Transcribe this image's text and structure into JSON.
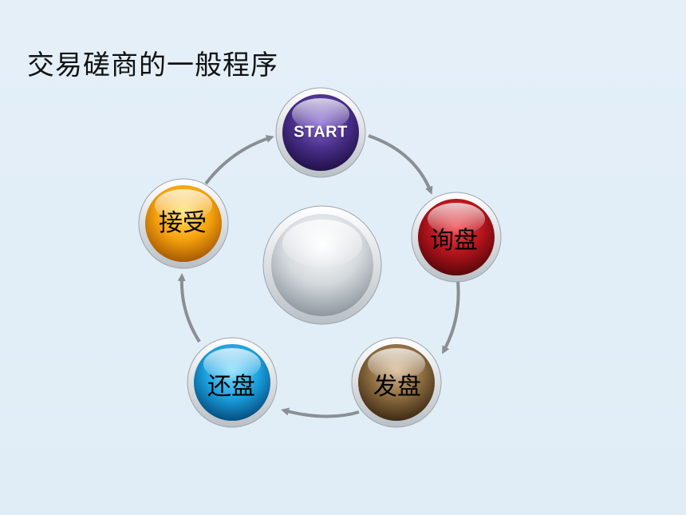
{
  "title": "交易磋商的一般程序",
  "nodes": {
    "start": "START",
    "inquiry": "询盘",
    "offer": "发盘",
    "counter_offer": "还盘",
    "acceptance": "接受"
  },
  "colors": {
    "start": "#4a2f8a",
    "inquiry": "#b3141c",
    "offer": "#8a6a3f",
    "counter_offer": "#1aa0de",
    "acceptance": "#f5a20e",
    "center": "#c9ced2",
    "arrow": "#8a8f94"
  }
}
